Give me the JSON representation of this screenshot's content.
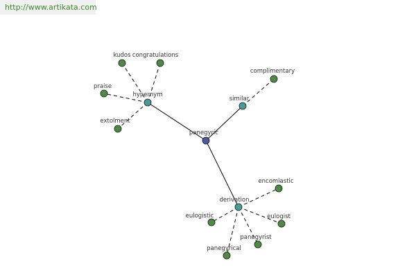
{
  "header": {
    "url": "http://www.artikata.com"
  },
  "graph": {
    "colors": {
      "root": "#4a5aa0",
      "relation": "#4a9a98",
      "leaf": "#4e8a44",
      "edge": "#000000"
    },
    "nodes": [
      {
        "id": "panegyric",
        "label": "panegyric",
        "kind": "root"
      },
      {
        "id": "hypernym",
        "label": "hypernym",
        "kind": "relation"
      },
      {
        "id": "similar",
        "label": "similar",
        "kind": "relation"
      },
      {
        "id": "derivation",
        "label": "derivation",
        "kind": "relation"
      },
      {
        "id": "kudos",
        "label": "kudos",
        "kind": "leaf"
      },
      {
        "id": "congratulations",
        "label": "congratulations",
        "kind": "leaf"
      },
      {
        "id": "praise",
        "label": "praise",
        "kind": "leaf"
      },
      {
        "id": "extolment",
        "label": "extolment",
        "kind": "leaf"
      },
      {
        "id": "complimentary",
        "label": "complimentary",
        "kind": "leaf"
      },
      {
        "id": "encomiastic",
        "label": "encomiastic",
        "kind": "leaf"
      },
      {
        "id": "eulogistic",
        "label": "eulogistic",
        "kind": "leaf"
      },
      {
        "id": "eulogist",
        "label": "eulogist",
        "kind": "leaf"
      },
      {
        "id": "panegyrist",
        "label": "panegyrist",
        "kind": "leaf"
      },
      {
        "id": "panegyrical",
        "label": "panegyrical",
        "kind": "leaf"
      }
    ],
    "edges": [
      {
        "from": "panegyric",
        "to": "hypernym",
        "style": "solid"
      },
      {
        "from": "panegyric",
        "to": "similar",
        "style": "solid"
      },
      {
        "from": "panegyric",
        "to": "derivation",
        "style": "solid"
      },
      {
        "from": "hypernym",
        "to": "kudos",
        "style": "dashed"
      },
      {
        "from": "hypernym",
        "to": "congratulations",
        "style": "dashed"
      },
      {
        "from": "hypernym",
        "to": "praise",
        "style": "dashed"
      },
      {
        "from": "hypernym",
        "to": "extolment",
        "style": "dashed"
      },
      {
        "from": "similar",
        "to": "complimentary",
        "style": "dashed"
      },
      {
        "from": "derivation",
        "to": "encomiastic",
        "style": "dashed"
      },
      {
        "from": "derivation",
        "to": "eulogistic",
        "style": "dashed"
      },
      {
        "from": "derivation",
        "to": "eulogist",
        "style": "dashed"
      },
      {
        "from": "derivation",
        "to": "panegyrist",
        "style": "dashed"
      },
      {
        "from": "derivation",
        "to": "panegyrical",
        "style": "dashed"
      }
    ]
  }
}
